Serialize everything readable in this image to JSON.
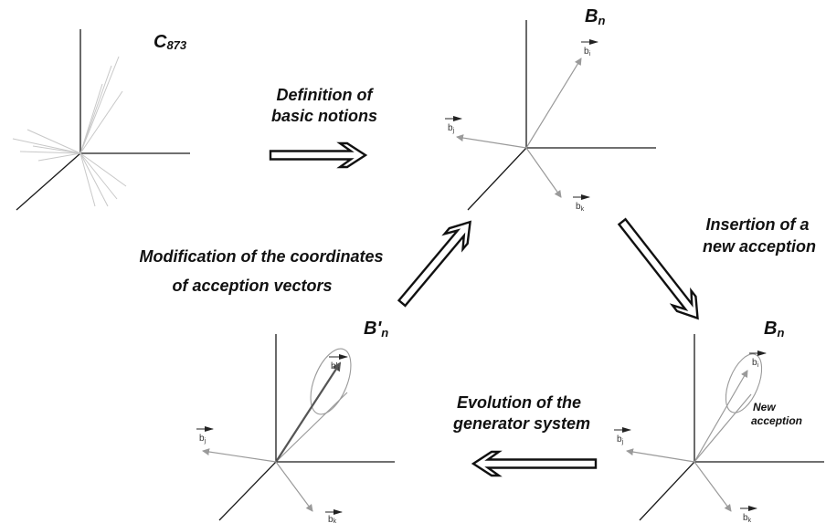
{
  "spaces": {
    "initial": {
      "title": "C",
      "subscript": "873"
    },
    "basis": {
      "title": "B",
      "subscript": "n"
    },
    "inserted": {
      "title": "B",
      "subscript": "n"
    },
    "modified": {
      "title": "B'",
      "subscript": "n"
    }
  },
  "vectors": {
    "bi": {
      "base": "b",
      "sub": "i"
    },
    "bj": {
      "base": "b",
      "sub": "j"
    },
    "bk": {
      "base": "b",
      "sub": "k"
    },
    "bi_prime": {
      "base": "b'",
      "sub": "i"
    }
  },
  "steps": {
    "definition": {
      "line1": "Definition of",
      "line2": "basic notions"
    },
    "insertion": {
      "line1": "Insertion of a",
      "line2": "new acception"
    },
    "evolution": {
      "line1": "Evolution of the",
      "line2": "generator system"
    },
    "modification": {
      "line1": "Modification of the coordinates",
      "line2": "of acception vectors"
    }
  },
  "annotations": {
    "new_acception": {
      "line1": "New",
      "line2": "acception"
    }
  },
  "colors": {
    "axis": "#1a1a1a",
    "vector": "#9a9a9a",
    "arrow_outline": "#111111"
  }
}
